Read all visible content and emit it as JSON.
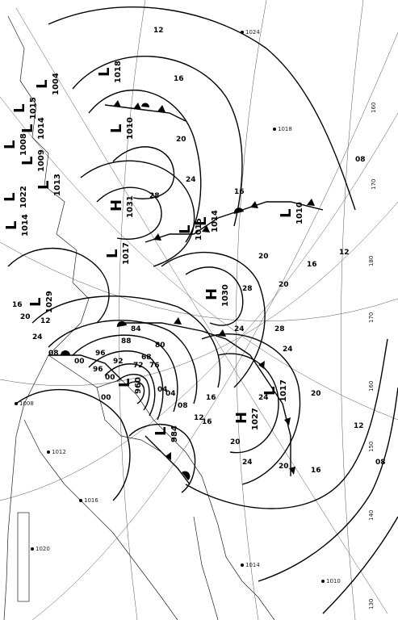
{
  "colors": {
    "ink": "#000000",
    "paper": "#ffffff",
    "grid": "#555555"
  },
  "lows": [
    {
      "label": "L",
      "pressure": "1018"
    },
    {
      "label": "L",
      "pressure": "1015"
    },
    {
      "label": "L",
      "pressure": "1004"
    },
    {
      "label": "L",
      "pressure": "1014"
    },
    {
      "label": "L",
      "pressure": "1008"
    },
    {
      "label": "L",
      "pressure": "1009"
    },
    {
      "label": "L",
      "pressure": "1010"
    },
    {
      "label": "L",
      "pressure": "1022"
    },
    {
      "label": "L",
      "pressure": "1013"
    },
    {
      "label": "L",
      "pressure": "1014"
    },
    {
      "label": "L",
      "pressure": "1017"
    },
    {
      "label": "L",
      "pressure": "1015"
    },
    {
      "label": "L",
      "pressure": "1014"
    },
    {
      "label": "L",
      "pressure": "1010"
    },
    {
      "label": "L",
      "pressure": "1029"
    },
    {
      "label": "L",
      "pressure": "960"
    },
    {
      "label": "L",
      "pressure": "984"
    },
    {
      "label": "L",
      "pressure": "1017"
    }
  ],
  "highs": [
    {
      "label": "H",
      "pressure": "1031"
    },
    {
      "label": "H",
      "pressure": "1030"
    },
    {
      "label": "H",
      "pressure": "1027"
    }
  ],
  "isobar_labels": [
    "12",
    "16",
    "20",
    "24",
    "28",
    "16",
    "20",
    "24",
    "28",
    "08",
    "12",
    "16",
    "20",
    "24",
    "00",
    "96",
    "92",
    "88",
    "84",
    "80",
    "76",
    "72",
    "68",
    "00",
    "04",
    "08",
    "12",
    "16",
    "20",
    "24",
    "08",
    "12",
    "16",
    "20",
    "24",
    "16",
    "20",
    "28",
    "24",
    "20",
    "16",
    "12",
    "08",
    "04",
    "00",
    "96"
  ],
  "longitude_ticks": [
    "160",
    "170",
    "180",
    "170",
    "160",
    "150",
    "140",
    "130"
  ],
  "station_sample": [
    "1008",
    "1012",
    "1016",
    "1020",
    "1024",
    "1018",
    "1014",
    "1010"
  ]
}
